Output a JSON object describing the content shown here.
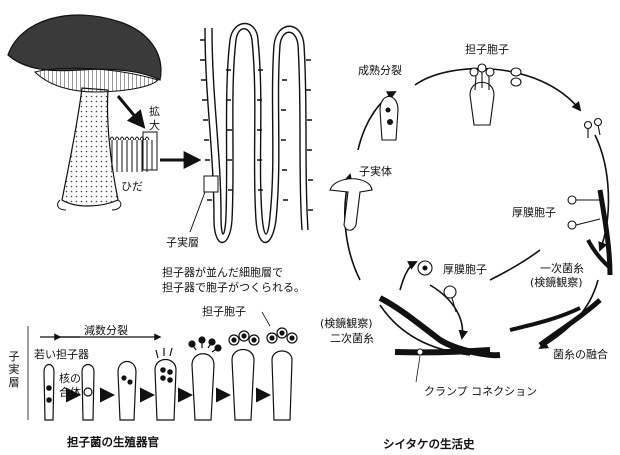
{
  "left": {
    "kaku": "拡",
    "dai": "大",
    "hida": "ひだ",
    "shijitsuso": "子実層",
    "desc_line1": "担子器が並んだ細胞層で",
    "desc_line2": "担子器で胞子がつくられる。",
    "tanshi_hoshi": "担子胞子",
    "gensu_bunretsu": "減数分裂",
    "shijitsuso_vertical": "子実層",
    "wakai_tanshiki": "若い担子器",
    "kaku_no": "核の",
    "gattai": "合体",
    "title": "担子菌の生殖器官"
  },
  "right": {
    "seijuku_bunretsu": "成熟分裂",
    "tanshi_hoshi": "担子胞子",
    "shijittai": "子実体",
    "komaku_hoshi_top": "厚膜胞子",
    "komaku_hoshi_bottom": "厚膜胞子",
    "ichiji_kinshi": "一次菌糸",
    "ichiji_kenkyo": "(検鏡観察)",
    "kenkyo_kansatsu": "(検鏡観察)",
    "niji_kinshi": "二次菌糸",
    "kinshi_yugo": "菌糸の融合",
    "clamp": "クランプ コネクション",
    "title": "シイタケの生活史"
  }
}
